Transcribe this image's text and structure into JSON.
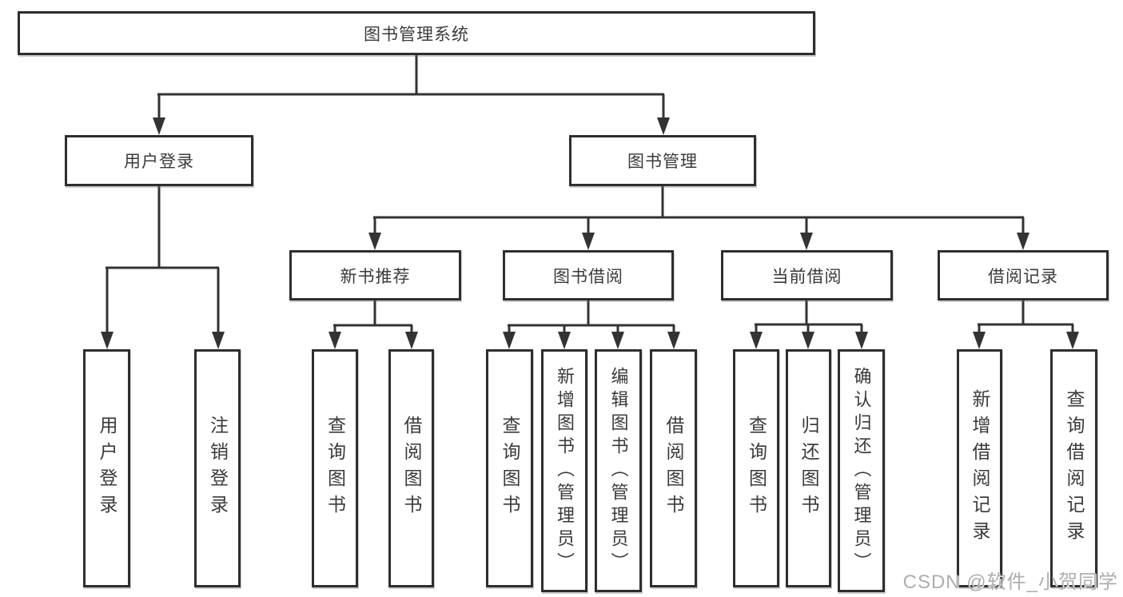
{
  "diagram": {
    "root": {
      "label": "图书管理系统"
    },
    "level2": [
      {
        "label": "用户登录"
      },
      {
        "label": "图书管理"
      }
    ],
    "level3": [
      {
        "label": "新书推荐"
      },
      {
        "label": "图书借阅"
      },
      {
        "label": "当前借阅"
      },
      {
        "label": "借阅记录"
      }
    ],
    "leaves": [
      {
        "label": "用户登录"
      },
      {
        "label": "注销登录"
      },
      {
        "label": "查询图书"
      },
      {
        "label": "借阅图书"
      },
      {
        "label": "查询图书"
      },
      {
        "label": "新增图书（管理员）"
      },
      {
        "label": "编辑图书（管理员）"
      },
      {
        "label": "借阅图书"
      },
      {
        "label": "查询图书"
      },
      {
        "label": "归还图书"
      },
      {
        "label": "确认归还（管理员）"
      },
      {
        "label": "新增借阅记录"
      },
      {
        "label": "查询借阅记录"
      }
    ]
  },
  "watermark": {
    "text": "CSDN @软件_小贺同学"
  },
  "colors": {
    "line": "#333333",
    "border": "#2e2e2e",
    "text": "#3a3a3a",
    "watermark": "#aeaeae",
    "background": "#ffffff"
  }
}
